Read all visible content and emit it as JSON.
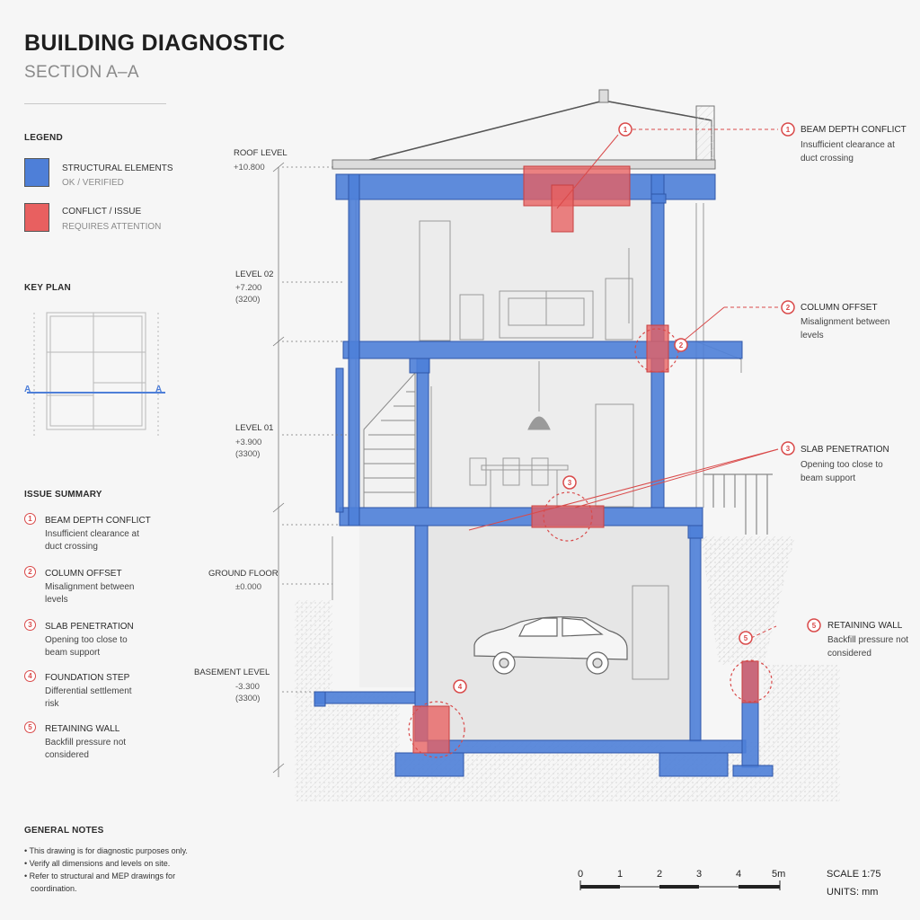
{
  "header": {
    "title": "BUILDING DIAGNOSTIC",
    "subtitle": "SECTION A–A"
  },
  "legend": {
    "heading": "LEGEND",
    "items": [
      {
        "label": "STRUCTURAL ELEMENTS",
        "sub": "OK / VERIFIED",
        "color": "#4e7fd8"
      },
      {
        "label": "CONFLICT / ISSUE",
        "sub": "REQUIRES ATTENTION",
        "color": "#e86060"
      }
    ]
  },
  "key_plan": {
    "heading": "KEY PLAN",
    "marker": "A"
  },
  "issue_summary": {
    "heading": "ISSUE SUMMARY",
    "items": [
      {
        "num": "1",
        "title": "BEAM DEPTH CONFLICT",
        "desc": "Insufficient clearance at duct crossing"
      },
      {
        "num": "2",
        "title": "COLUMN OFFSET",
        "desc": "Misalignment between levels"
      },
      {
        "num": "3",
        "title": "SLAB PENETRATION",
        "desc": "Opening too close to beam support"
      },
      {
        "num": "4",
        "title": "FOUNDATION STEP",
        "desc": "Differential settlement risk"
      },
      {
        "num": "5",
        "title": "RETAINING WALL",
        "desc": "Backfill pressure not considered"
      }
    ]
  },
  "general_notes": {
    "heading": "GENERAL NOTES",
    "items": [
      "This drawing is for diagnostic purposes only.",
      "Verify all dimensions and levels on site.",
      "Refer to structural and MEP drawings for coordination."
    ]
  },
  "levels": [
    {
      "name": "ROOF LEVEL",
      "elev": "+10.800",
      "height": ""
    },
    {
      "name": "LEVEL 02",
      "elev": "+7.200",
      "height": "(3200)"
    },
    {
      "name": "LEVEL 01",
      "elev": "+3.900",
      "height": "(3300)"
    },
    {
      "name": "GROUND FLOOR",
      "elev": "±0.000",
      "height": ""
    },
    {
      "name": "BASEMENT LEVEL",
      "elev": "-3.300",
      "height": "(3300)"
    }
  ],
  "callouts": [
    {
      "num": "1",
      "title": "BEAM DEPTH CONFLICT",
      "desc": "Insufficient clearance at duct crossing"
    },
    {
      "num": "2",
      "title": "COLUMN OFFSET",
      "desc": "Misalignment between levels"
    },
    {
      "num": "3",
      "title": "SLAB PENETRATION",
      "desc": "Opening too close to beam support"
    },
    {
      "num": "5",
      "title": "RETAINING WALL",
      "desc": "Backfill pressure not considered"
    }
  ],
  "scale_bar": {
    "ticks": [
      "0",
      "1",
      "2",
      "3",
      "4",
      "5m"
    ],
    "scale": "SCALE 1:75",
    "units": "UNITS: mm"
  },
  "colors": {
    "structure": "#4e7fd8",
    "issue": "#e86060",
    "marker": "#d94a4a"
  }
}
